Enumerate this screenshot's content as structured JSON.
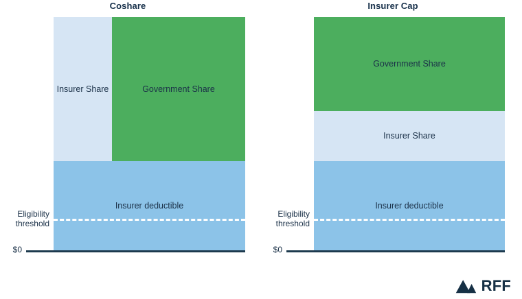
{
  "figure": {
    "background_color": "#ffffff",
    "text_color": "#1b3148"
  },
  "chart_data": {
    "type": "bar",
    "title": "",
    "xlabel": "",
    "ylabel": "",
    "grid": false,
    "legend": "none",
    "axis_ticks": [
      "$0",
      "Eligibility threshold"
    ],
    "panels": [
      {
        "title": "Coshare",
        "layout": "deductible band on bottom; above it the insurer and government shares split side-by-side",
        "segments": [
          {
            "label": "Insurer Share",
            "color": "#d6e5f4",
            "value_fraction": 0.62,
            "width_fraction": 0.3,
            "position": "upper-left"
          },
          {
            "label": "Government Share",
            "color": "#4cae5e",
            "value_fraction": 0.62,
            "width_fraction": 0.7,
            "position": "upper-right"
          },
          {
            "label": "Insurer deductible",
            "color": "#8cc3e8",
            "value_fraction": 0.38,
            "width_fraction": 1.0,
            "position": "bottom"
          }
        ],
        "eligibility_threshold_fraction": 0.135,
        "zero_label": "$0",
        "threshold_label_line1": "Eligibility",
        "threshold_label_line2": "threshold"
      },
      {
        "title": "Insurer Cap",
        "layout": "fully stacked vertical bands",
        "segments": [
          {
            "label": "Government Share",
            "color": "#4cae5e",
            "value_fraction": 0.4,
            "width_fraction": 1.0,
            "position": "top"
          },
          {
            "label": "Insurer Share",
            "color": "#d6e5f4",
            "value_fraction": 0.22,
            "width_fraction": 1.0,
            "position": "middle"
          },
          {
            "label": "Insurer deductible",
            "color": "#8cc3e8",
            "value_fraction": 0.38,
            "width_fraction": 1.0,
            "position": "bottom"
          }
        ],
        "eligibility_threshold_fraction": 0.135,
        "zero_label": "$0",
        "threshold_label_line1": "Eligibility",
        "threshold_label_line2": "threshold"
      }
    ],
    "colors": {
      "insurer_share": "#d6e5f4",
      "government_share": "#4cae5e",
      "insurer_deductible": "#8cc3e8",
      "axis": "#1d3a4e",
      "threshold_dash": "#ffffff"
    }
  },
  "branding": {
    "logo_name": "rff-logo",
    "logo_text": "RFF",
    "logo_color": "#163045"
  }
}
